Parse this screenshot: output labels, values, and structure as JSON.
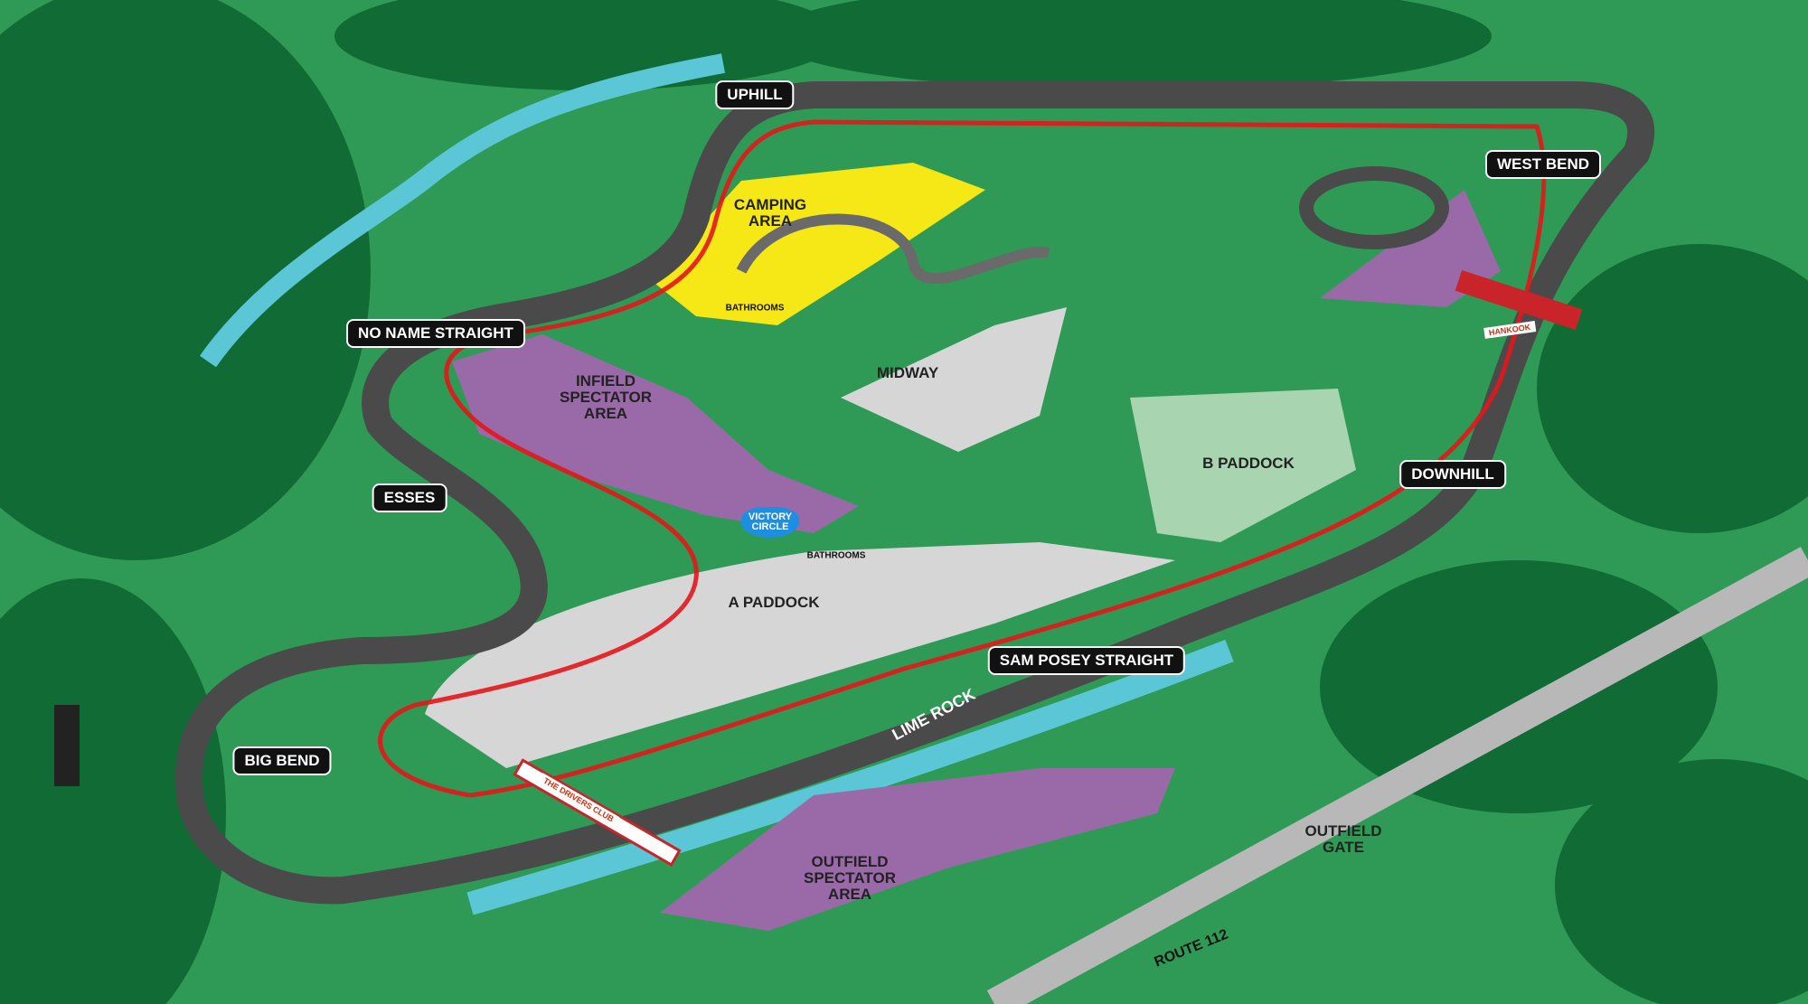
{
  "map": {
    "corners": {
      "uphill": "UPHILL",
      "west_bend": "WEST BEND",
      "no_name_straight": "NO NAME STRAIGHT",
      "esses": "ESSES",
      "big_bend": "BIG BEND",
      "downhill": "DOWNHILL",
      "sam_posey_straight": "SAM POSEY STRAIGHT"
    },
    "areas": {
      "camping": "CAMPING\nAREA",
      "infield": "INFIELD\nSPECTATOR\nAREA",
      "midway": "MIDWAY",
      "b_paddock": "B PADDOCK",
      "a_paddock": "A PADDOCK",
      "outfield": "OUTFIELD\nSPECTATOR\nAREA",
      "outfield_gate": "OUTFIELD\nGATE",
      "victory_circle": "VICTORY\nCIRCLE"
    },
    "bathrooms_1": "BATHROOMS",
    "bathrooms_2": "BATHROOMS",
    "track_logo": "LIME ROCK",
    "road": "ROUTE 112",
    "bridge_sponsor": "HANKOOK",
    "drivers_club_bridge": "THE DRIVERS CLUB",
    "colors": {
      "grass": "#2f9a55",
      "forest": "#116b34",
      "track": "#4a4a4a",
      "spectator": "#9a6aa8",
      "camping": "#f5e816",
      "water": "#5bc6d6",
      "paddock": "#d6d6d6",
      "racing_line": "#e4161b"
    }
  }
}
